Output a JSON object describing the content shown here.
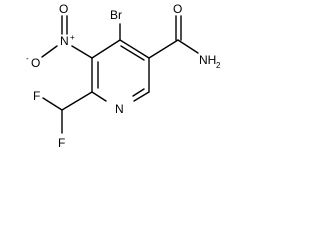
{
  "molecule": {
    "atoms": {
      "br": "Br",
      "amide_o": "O",
      "amide_n": "NH",
      "amide_n_sub": "2",
      "nitro_n": "N",
      "nitro_n_charge": "+",
      "nitro_o_minus": "O",
      "nitro_o_minus_charge": "-",
      "nitro_o": "O",
      "ring_n": "N",
      "f_top": "F",
      "f_bottom": "F"
    }
  }
}
